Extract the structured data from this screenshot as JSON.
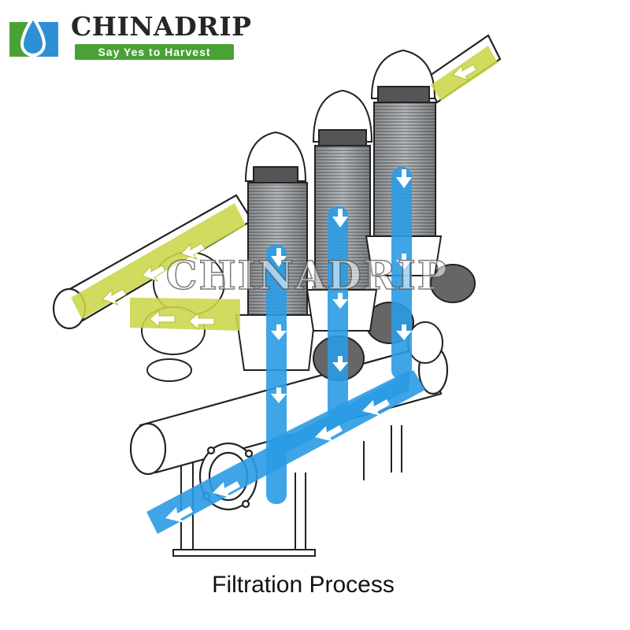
{
  "logo": {
    "wordmark": "CHINADRIP",
    "tagline": "Say Yes to Harvest"
  },
  "watermark": "CHINADRIP",
  "caption": "Filtration Process",
  "colors": {
    "logo_green": "#4aa236",
    "logo_blue": "#2d8fd5",
    "inflow_yellow": "#c9d64a",
    "outflow_blue": "#2a9be4",
    "line_art": "#222222"
  },
  "icons": [
    "water-drop-icon",
    "flow-arrow-icon"
  ]
}
